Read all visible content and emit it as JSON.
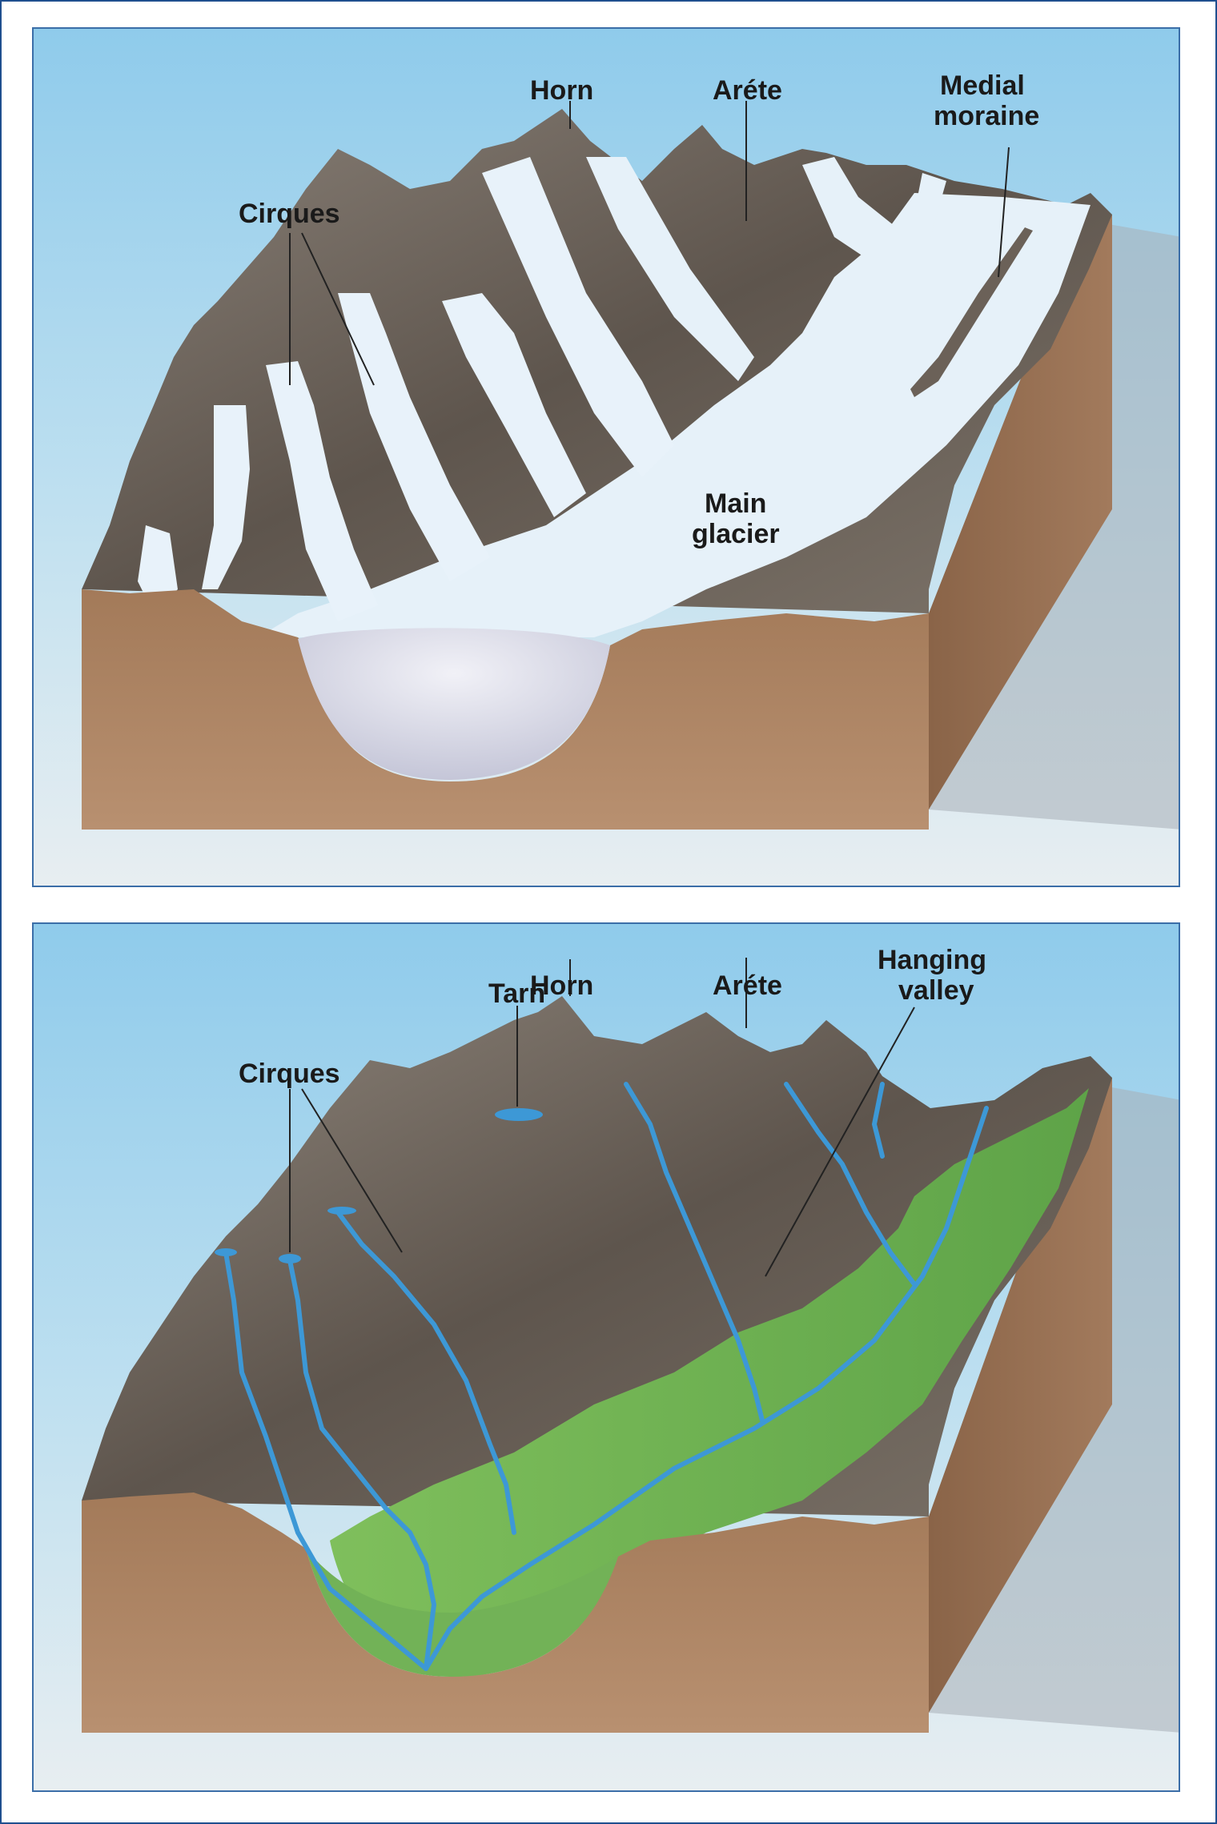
{
  "top_panel": {
    "labels": {
      "horn": "Horn",
      "arete": "Aréte",
      "medial_moraine_line1": "Medial",
      "medial_moraine_line2": "moraine",
      "cirques": "Cirques",
      "main_glacier_line1": "Main",
      "main_glacier_line2": "glacier"
    }
  },
  "bottom_panel": {
    "labels": {
      "horn": "Horn",
      "arete": "Aréte",
      "hanging_valley_line1": "Hanging",
      "hanging_valley_line2": "valley",
      "tarn": "Tarn",
      "cirques": "Cirques"
    }
  },
  "colors": {
    "frame": "#1f4f8f",
    "sky_top": "#8fcbeb",
    "sky_bottom": "#e7eef2",
    "rock_dark": "#5a5048",
    "rock_light": "#9c948a",
    "ice": "#e9f3fa",
    "soil": "#a47c5c",
    "vegetation": "#6fae52",
    "water": "#3d98d6"
  }
}
